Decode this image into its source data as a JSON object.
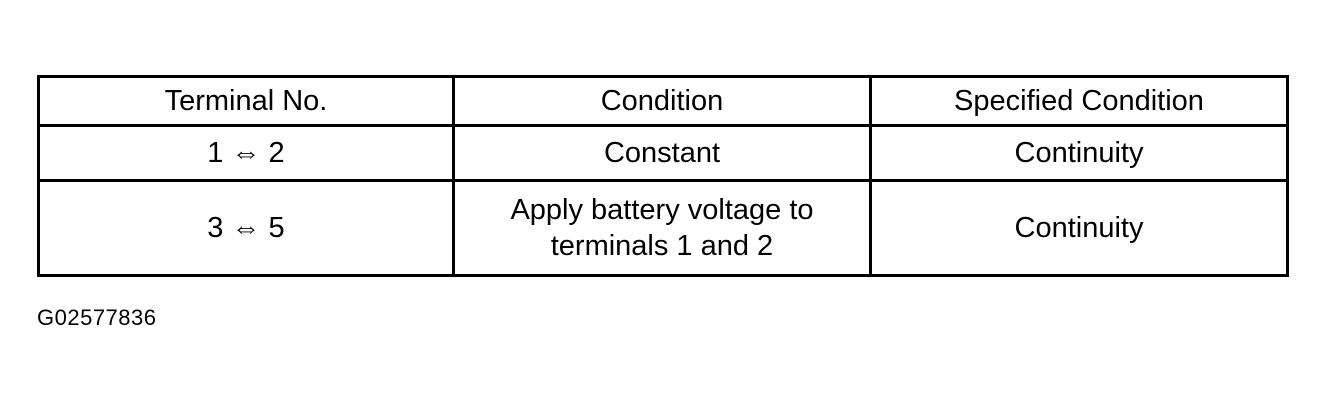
{
  "table": {
    "headers": [
      "Terminal No.",
      "Condition",
      "Specified Condition"
    ],
    "rows": [
      {
        "terminal": "1 ⇔ 2",
        "condition": "Constant",
        "specified": "Continuity"
      },
      {
        "terminal": "3 ⇔ 5",
        "condition": "Apply battery voltage to\nterminals 1 and 2",
        "specified": "Continuity"
      }
    ]
  },
  "reference_code": "G02577836"
}
